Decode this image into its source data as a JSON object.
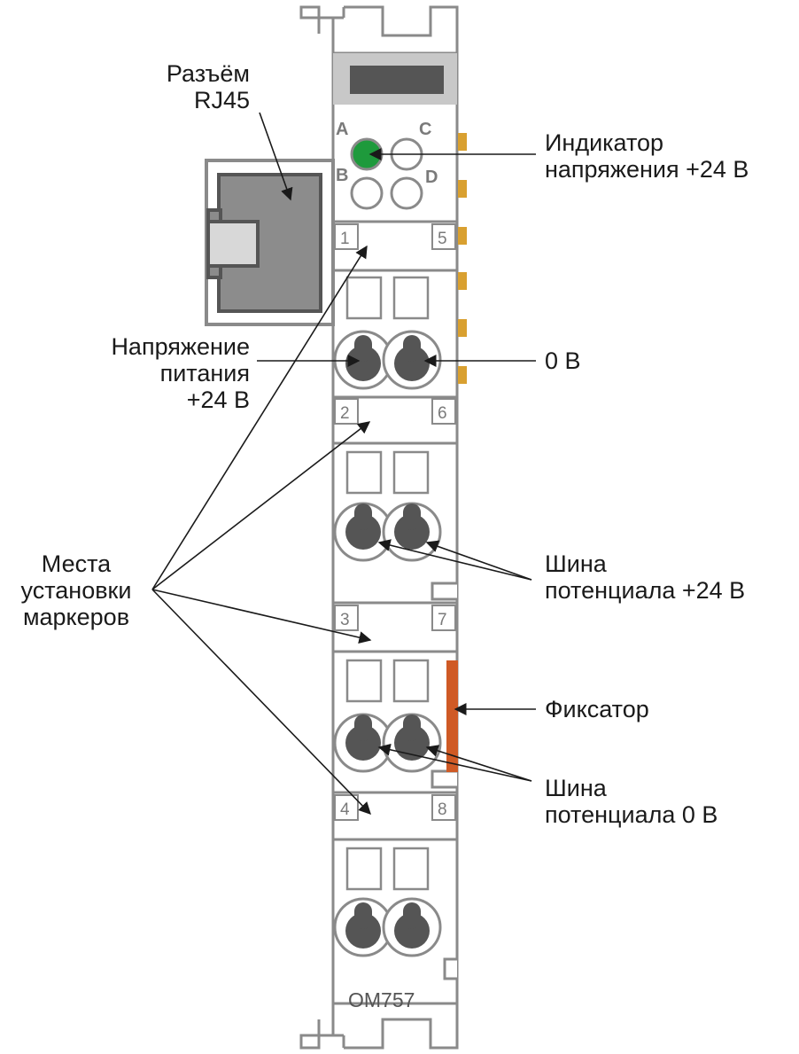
{
  "device": {
    "model": "OM757",
    "led_letters": [
      "A",
      "C",
      "B",
      "D"
    ],
    "marker_numbers": [
      {
        "left": "1",
        "right": "5"
      },
      {
        "left": "2",
        "right": "6"
      },
      {
        "left": "3",
        "right": "7"
      },
      {
        "left": "4",
        "right": "8"
      }
    ],
    "colors": {
      "housing_stroke": "#8a8a8a",
      "terminal_fill": "#555555",
      "led_on": "#1e9a3c",
      "contacts": "#d9a030",
      "latch": "#cf5a25",
      "connector": "#8c8c8c"
    }
  },
  "labels": {
    "rj45": [
      "Разъём",
      "RJ45"
    ],
    "indicator": [
      "Индикатор",
      "напряжения +24 В"
    ],
    "supply": [
      "Напряжение",
      "питания",
      "+24 В"
    ],
    "zero_v": [
      "0 В"
    ],
    "markers": [
      "Места",
      "установки",
      "маркеров"
    ],
    "bus24": [
      "Шина",
      "потенциала +24 В"
    ],
    "latch": [
      "Фиксатор"
    ],
    "bus0": [
      "Шина",
      "потенциала 0 В"
    ]
  }
}
